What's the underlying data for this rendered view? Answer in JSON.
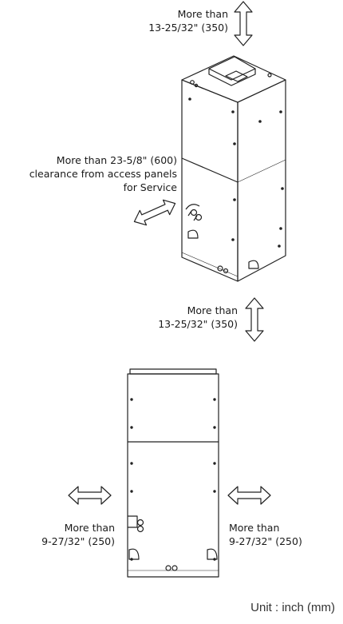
{
  "labels": {
    "top_clearance": [
      "More than",
      "13-25/32\" (350)"
    ],
    "service_clearance": [
      "More than 23-5/8\" (600)",
      "clearance from access panels",
      "for Service"
    ],
    "bottom_clearance": [
      "More than",
      "13-25/32\" (350)"
    ],
    "left_clearance": [
      "More than",
      "9-27/32\" (250)"
    ],
    "right_clearance": [
      "More than",
      "9-27/32\" (250)"
    ],
    "unit": "Unit : inch (mm)"
  }
}
